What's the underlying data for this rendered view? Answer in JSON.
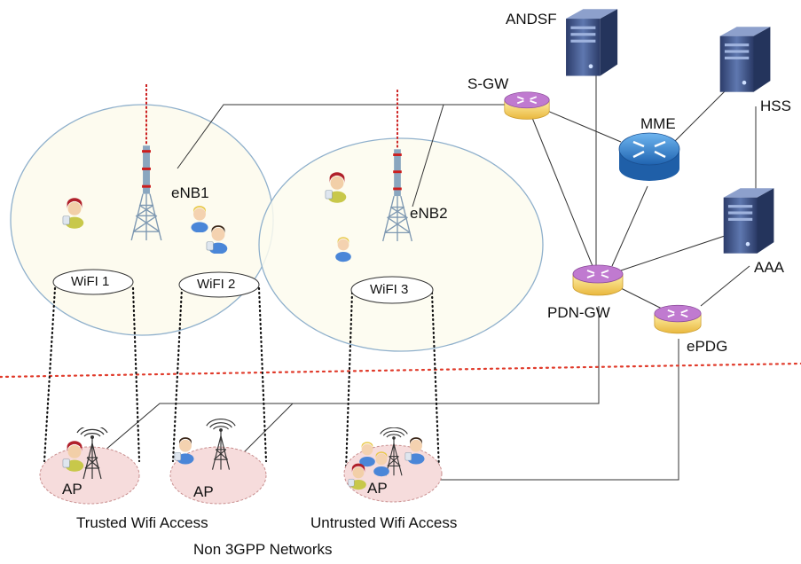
{
  "nodes": {
    "andsf": "ANDSF",
    "hss": "HSS",
    "sgw": "S-GW",
    "mme": "MME",
    "aaa": "AAA",
    "pdngw": "PDN-GW",
    "epdg": "ePDG",
    "enb1": "eNB1",
    "enb2": "eNB2"
  },
  "wifi": {
    "wifi1": "WiFI 1",
    "wifi2": "WiFI 2",
    "wifi3": "WiFI 3"
  },
  "access_points": {
    "ap1": "AP",
    "ap2": "AP",
    "ap3": "AP"
  },
  "captions": {
    "trusted": "Trusted Wifi Access",
    "untrusted": "Untrusted Wifi Access",
    "non3gpp": "Non 3GPP Networks"
  },
  "colors": {
    "cell_fill": "#fdfbef",
    "cell_stroke": "#8fb0cc",
    "ap_zone_fill": "#f6dcdc",
    "ap_zone_stroke": "#c98f8f",
    "router_body": "#f7dc7a",
    "router_top": "#b86fc0",
    "mme_color": "#2f7fd0",
    "server_color": "#3f5486",
    "tower_color": "#c81e1e",
    "separator": "#e03a2a"
  },
  "icons": [
    "server-icon",
    "router-icon",
    "tower-icon",
    "user-icon",
    "antenna-icon"
  ]
}
